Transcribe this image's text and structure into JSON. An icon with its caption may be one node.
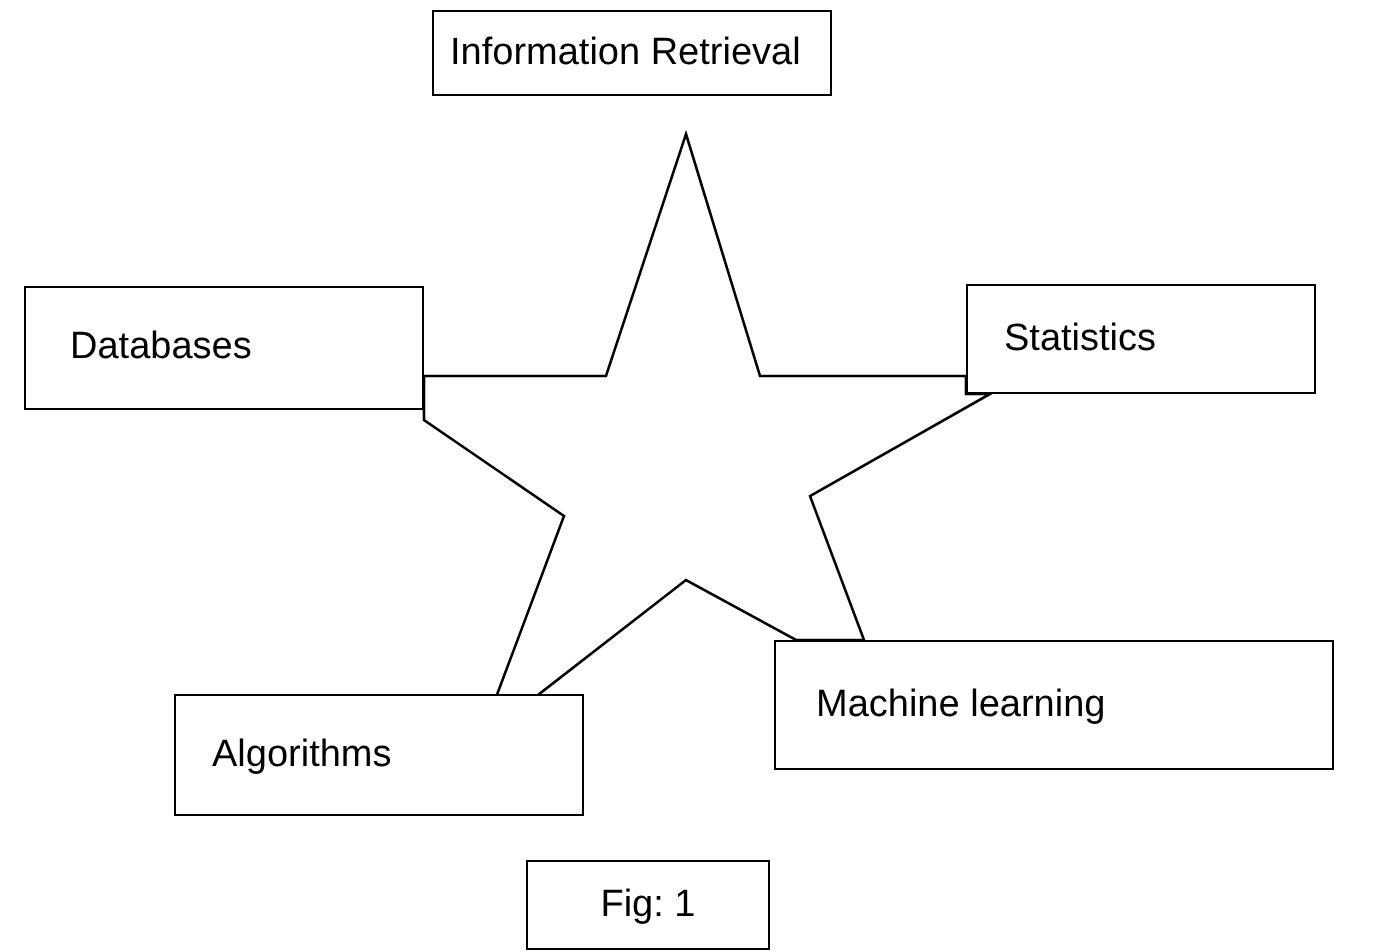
{
  "diagram": {
    "nodes": [
      {
        "text": [
          "Information Retrieval"
        ]
      },
      {
        "text": [
          "Databases"
        ]
      },
      {
        "text": [
          "Statistics"
        ]
      },
      {
        "text": [],
        "shape": "star"
      },
      {
        "text": [
          "Machine learning"
        ]
      },
      {
        "text": [
          "Algorithms"
        ]
      },
      {
        "text": [
          "Fig: 1"
        ]
      }
    ]
  }
}
